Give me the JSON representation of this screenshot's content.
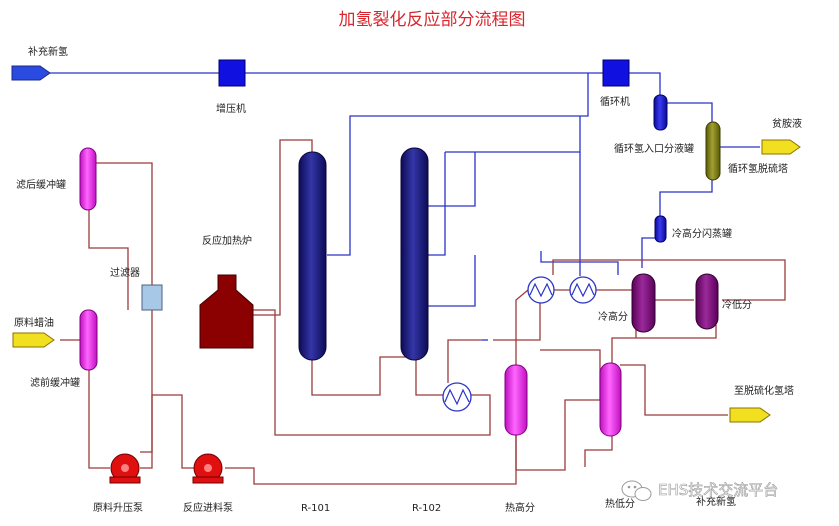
{
  "title": "加氢裂化反应部分流程图",
  "labels": {
    "makeup_h2_in": "补充新氢",
    "booster": "增压机",
    "recycle_comp": "循环机",
    "recycle_knockout": "循环氢入口分液罐",
    "lean_amine": "贫胺液",
    "recycle_desulf": "循环氢脱硫塔",
    "cold_hp_flash": "冷高分闪蒸罐",
    "filtered_surge": "滤后缓冲罐",
    "filter": "过滤器",
    "furnace": "反应加热炉",
    "feed_wax": "原料蜡油",
    "prefilter_surge": "滤前缓冲罐",
    "cold_hp_sep": "冷高分",
    "cold_lp_sep": "冷低分",
    "to_h2s": "至脱硫化氢塔",
    "feed_pump": "原料升压泵",
    "charge_pump": "反应进料泵",
    "r101": "R-101",
    "r102": "R-102",
    "hot_hp_sep": "热高分",
    "hot_lp_sep": "热低分",
    "makeup_h2_bottom": "补充新氢",
    "watermark": "EHS技术交流平台"
  },
  "colors": {
    "title": "#d9262e",
    "h2_pipe": "#2a34c8",
    "oil_pipe": "#9b3b3b",
    "reactor": "#1a1a7a",
    "drum_magenta": "#ee22ee",
    "purple_sep": "#7a0a7a",
    "furnace": "#8b0000",
    "pump": "#e01010",
    "tower": "#7a7a10",
    "compressor": "#1010e0",
    "arrow_blue": "#2a4ae0",
    "arrow_yellow": "#f0e020"
  }
}
